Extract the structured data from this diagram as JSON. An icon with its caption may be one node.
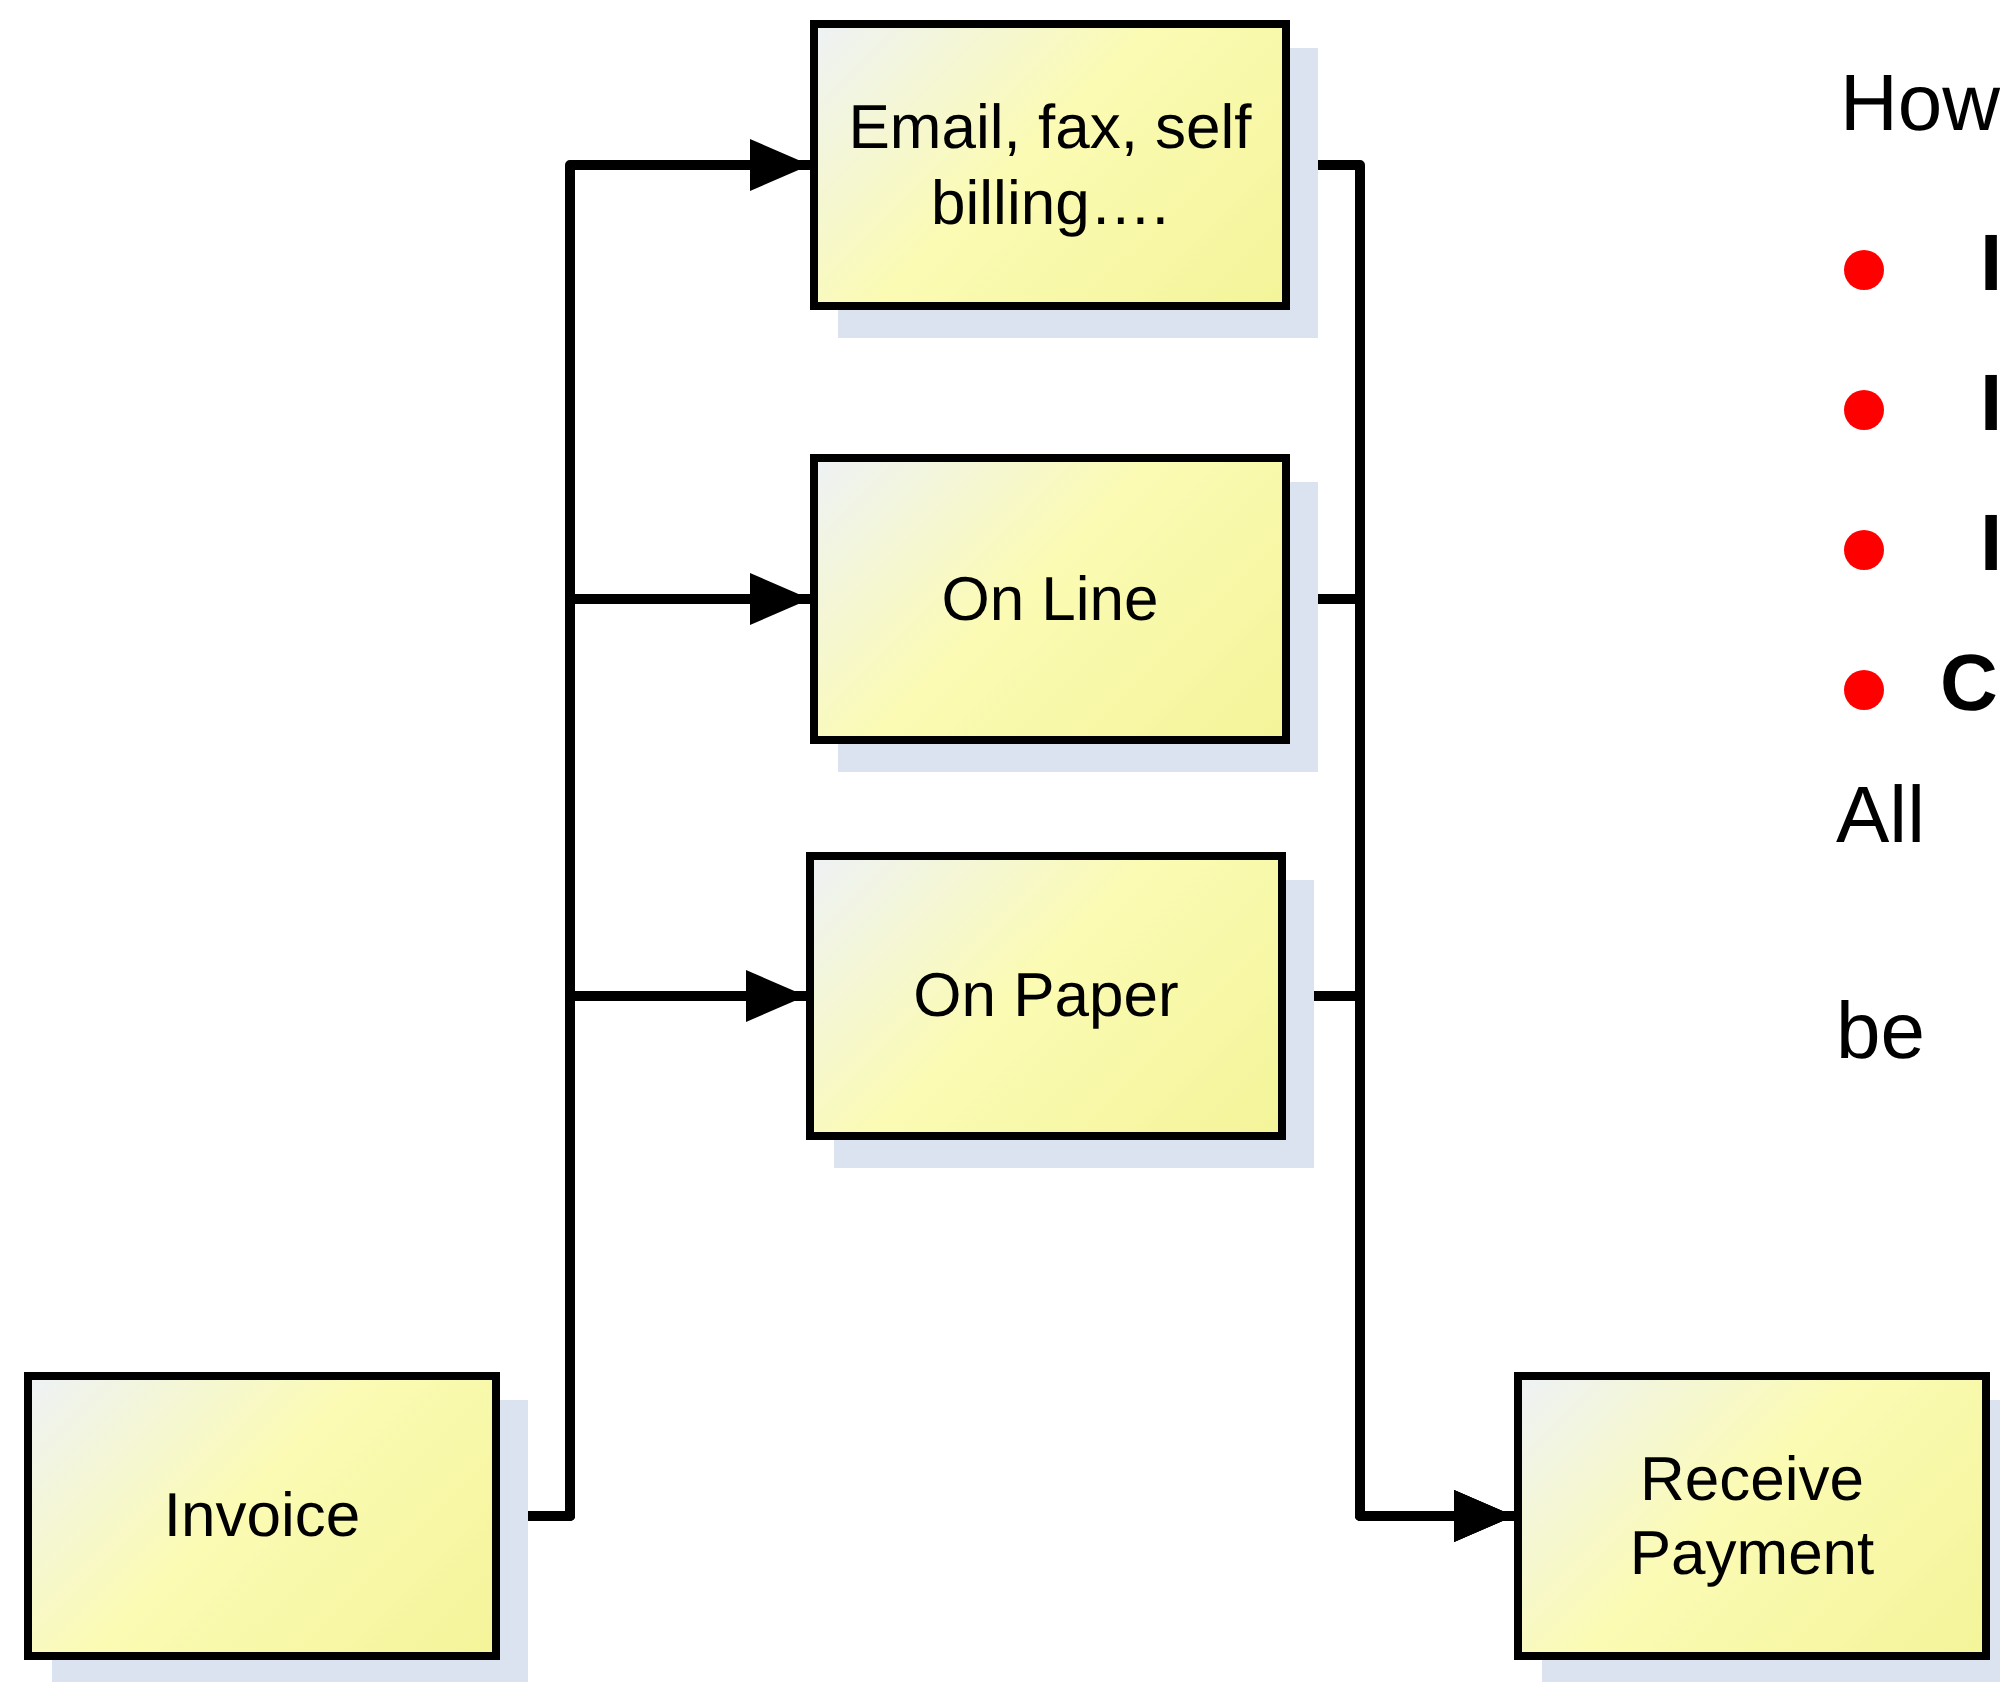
{
  "diagram": {
    "nodes": [
      {
        "text": [
          "Invoice"
        ]
      },
      {
        "text": [
          "Email, fax, self billing…."
        ]
      },
      {
        "text": [
          "On Line"
        ]
      },
      {
        "text": [
          "On Paper"
        ]
      },
      {
        "text": [
          "Receive Payment"
        ]
      }
    ],
    "edges": [
      {
        "from": 0,
        "to": 1,
        "arrow": "to"
      },
      {
        "from": 0,
        "to": 2,
        "arrow": "to"
      },
      {
        "from": 0,
        "to": 3,
        "arrow": "to"
      },
      {
        "from": 1,
        "to": 4,
        "arrow": "to"
      },
      {
        "from": 2,
        "to": 4,
        "arrow": "to"
      },
      {
        "from": 3,
        "to": 4,
        "arrow": "to"
      }
    ],
    "labels": [
      "How",
      "I",
      "I",
      "I",
      "C",
      "All",
      "be"
    ]
  }
}
